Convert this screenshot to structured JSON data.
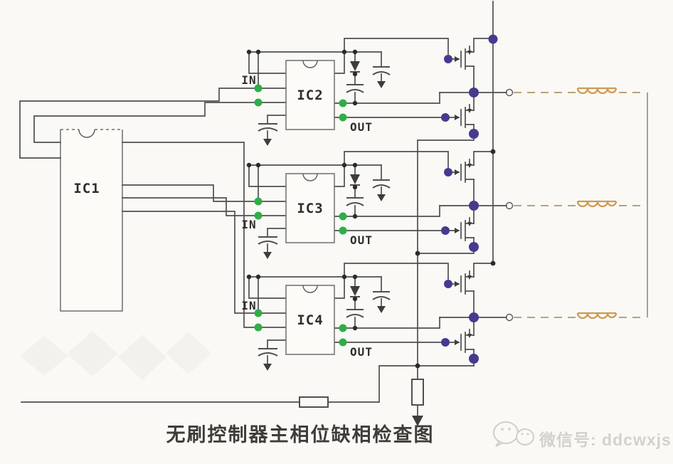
{
  "diagram": {
    "title": "无刷控制器主相位缺相检查图",
    "ic1_label": "IC1",
    "phases": [
      {
        "ic_label": "IC2",
        "in_label": "IN",
        "out_label": "OUT"
      },
      {
        "ic_label": "IC3",
        "in_label": "IN",
        "out_label": "OUT"
      },
      {
        "ic_label": "IC4",
        "in_label": "IN",
        "out_label": "OUT"
      }
    ]
  },
  "watermark": {
    "icon": "wechat-icon",
    "text": "微信号: ddcwxjs"
  },
  "colors": {
    "wire": "#4f4f4f",
    "pin_dot_green": "#2fae47",
    "gate_dot_purple": "#473a8e",
    "junction_black": "#2b2b2b",
    "coil_orange": "#cf9a52",
    "dashed_lead": "#b3946a",
    "coil_bus": "#948a7c",
    "title_text": "#3f3d3a",
    "watermark_text": "#d5d1ca",
    "background": "#faf9f6"
  }
}
